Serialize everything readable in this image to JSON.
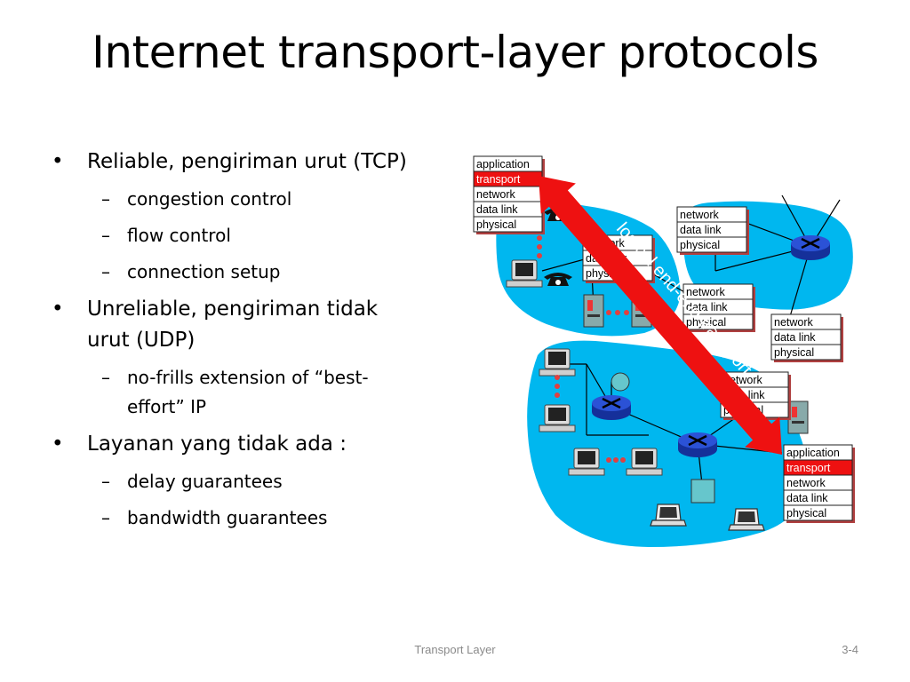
{
  "slide": {
    "title": "Internet transport-layer protocols",
    "footer_center": "Transport Layer",
    "footer_right": "3-4"
  },
  "bullets": [
    {
      "level": 1,
      "text": "Reliable, pengiriman urut (TCP)"
    },
    {
      "level": 2,
      "text": "congestion control"
    },
    {
      "level": 2,
      "text": "flow control"
    },
    {
      "level": 2,
      "text": "connection setup"
    },
    {
      "level": 1,
      "text": "Unreliable, pengiriman tidak urut (UDP)"
    },
    {
      "level": 2,
      "text": "no-frills extension of “best-effort” IP"
    },
    {
      "level": 1,
      "text": "Layanan yang tidak ada :"
    },
    {
      "level": 2,
      "text": "delay guarantees"
    },
    {
      "level": 2,
      "text": "bandwidth guarantees"
    }
  ],
  "markers": {
    "level1": "•",
    "level2": "–"
  },
  "diagram": {
    "arrow_label": "logical end-end transport",
    "stacks": {
      "source": [
        "application",
        "transport",
        "network",
        "data link",
        "physical"
      ],
      "router_a": [
        "network",
        "data link",
        "physical"
      ],
      "router_b": [
        "network",
        "data link",
        "physical"
      ],
      "router_c": [
        "network",
        "data link",
        "physical"
      ],
      "router_d": [
        "network",
        "data link",
        "physical"
      ],
      "router_e": [
        "network",
        "data link",
        "physical"
      ],
      "dest": [
        "application",
        "transport",
        "network",
        "data link",
        "physical"
      ]
    },
    "colors": {
      "cloud": "#00b7ef",
      "router": "#1f3fbf",
      "arrow": "#ee1111",
      "highlight": "#ee1111",
      "stack_border": "#222222"
    }
  }
}
